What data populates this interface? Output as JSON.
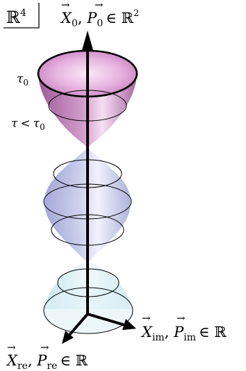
{
  "space_label": {
    "base": "ℝ",
    "exp": "4"
  },
  "axis_top": {
    "v1": "X",
    "s1": "0",
    "v2": "P",
    "s2": "0",
    "rest": "∈ ℝ",
    "exp": "2"
  },
  "axis_right": {
    "v1": "X",
    "s1": "im",
    "v2": "P",
    "s2": "im",
    "rest": "∈ ℝ"
  },
  "axis_left": {
    "v1": "X",
    "s1": "re",
    "v2": "P",
    "s2": "re",
    "rest": "∈ ℝ"
  },
  "tau0_label": {
    "sym": "τ",
    "sub": "0"
  },
  "tau_label": {
    "sym": "τ",
    "rel": "<",
    "sym2": "τ",
    "sub": "0"
  },
  "colors": {
    "top_bowl": "#b05aa8",
    "middle_spindle": "#7f86c8",
    "bottom_bowl": "#9ccfd8",
    "axis": "#000000"
  }
}
